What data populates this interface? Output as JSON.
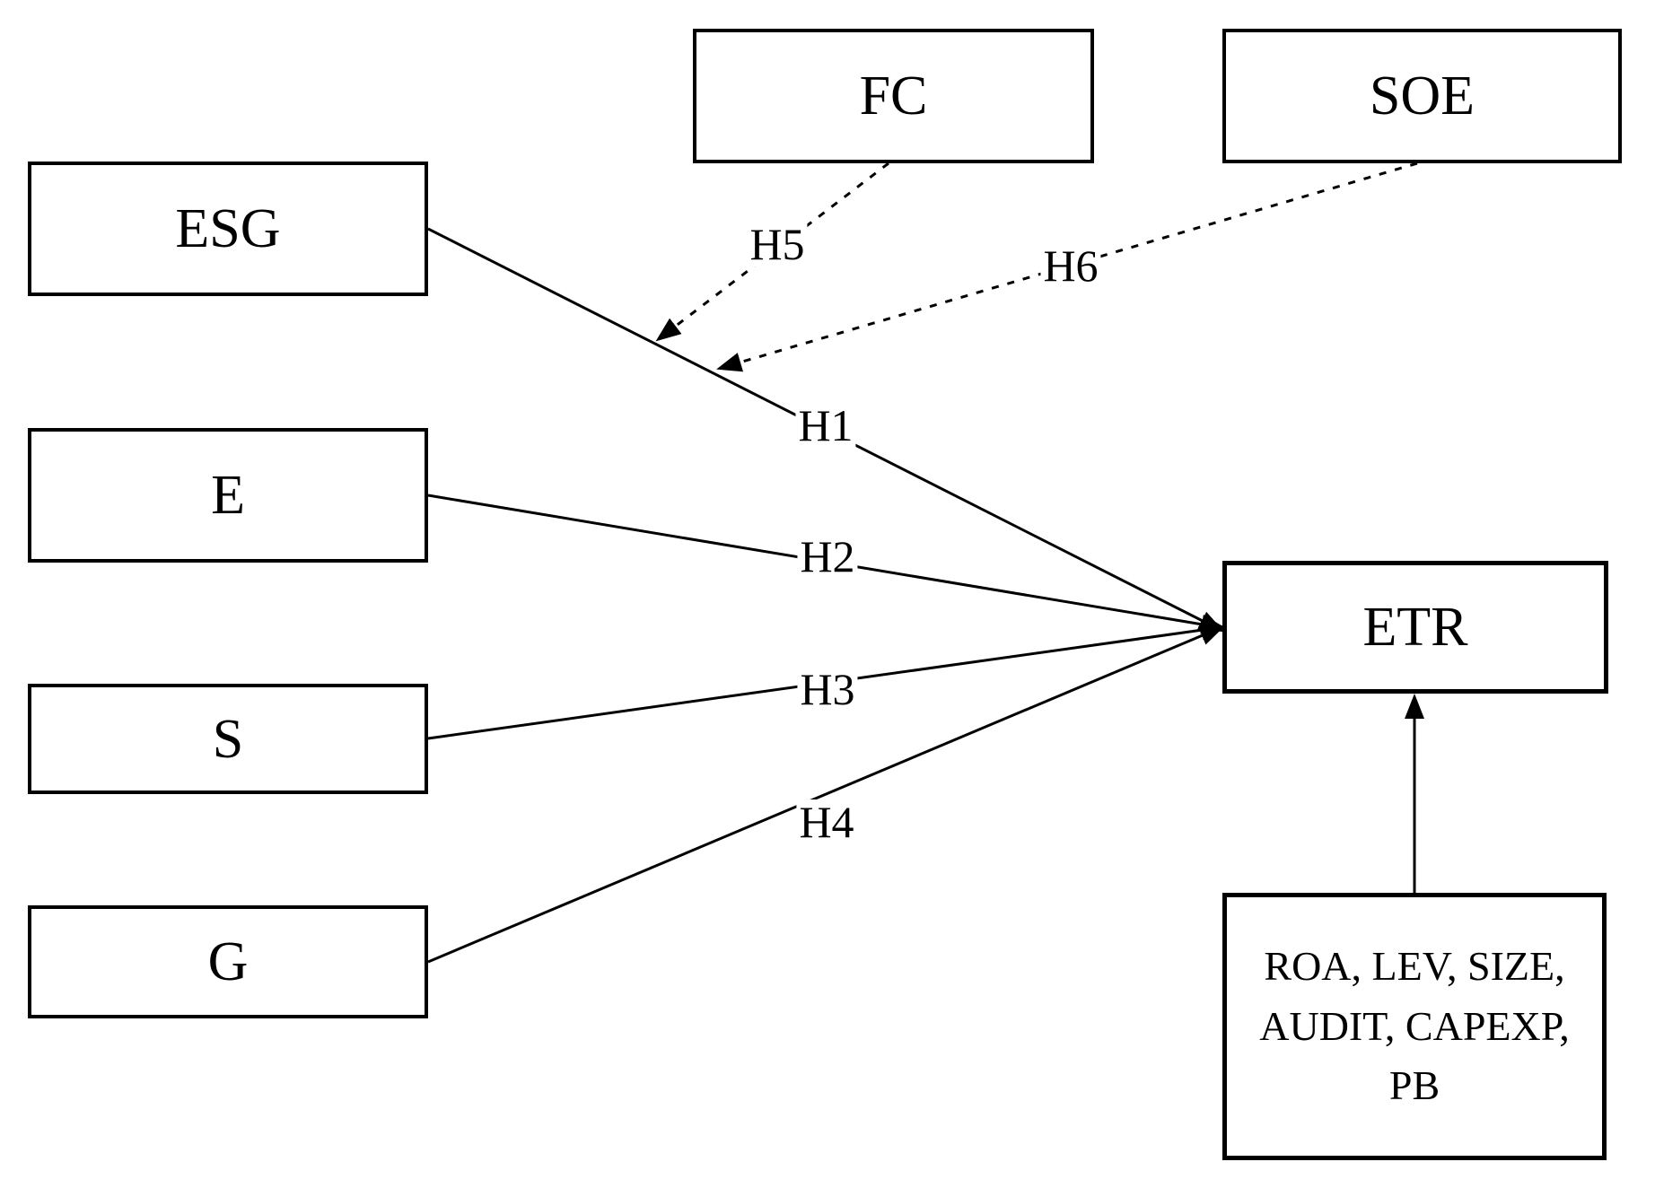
{
  "diagram": {
    "nodes": {
      "fc": {
        "label": "FC"
      },
      "soe": {
        "label": "SOE"
      },
      "esg": {
        "label": "ESG"
      },
      "e": {
        "label": "E"
      },
      "s": {
        "label": "S"
      },
      "g": {
        "label": "G"
      },
      "etr": {
        "label": "ETR"
      },
      "controls": {
        "label": "ROA, LEV, SIZE, AUDIT, CAPEXP, PB"
      }
    },
    "edge_labels": {
      "h1": "H1",
      "h2": "H2",
      "h3": "H3",
      "h4": "H4",
      "h5": "H5",
      "h6": "H6"
    },
    "edges": [
      {
        "id": "H1",
        "from": "ESG",
        "to": "ETR",
        "style": "solid"
      },
      {
        "id": "H2",
        "from": "E",
        "to": "ETR",
        "style": "solid"
      },
      {
        "id": "H3",
        "from": "S",
        "to": "ETR",
        "style": "solid"
      },
      {
        "id": "H4",
        "from": "G",
        "to": "ETR",
        "style": "solid"
      },
      {
        "id": "H5",
        "from": "FC",
        "to": "H1 path (moderation)",
        "style": "dashed"
      },
      {
        "id": "H6",
        "from": "SOE",
        "to": "H1 path (moderation)",
        "style": "dashed"
      },
      {
        "id": "controls-arrow",
        "from": "controls",
        "to": "ETR",
        "style": "solid"
      }
    ],
    "colors": {
      "ink": "#000000",
      "background": "#ffffff"
    }
  }
}
